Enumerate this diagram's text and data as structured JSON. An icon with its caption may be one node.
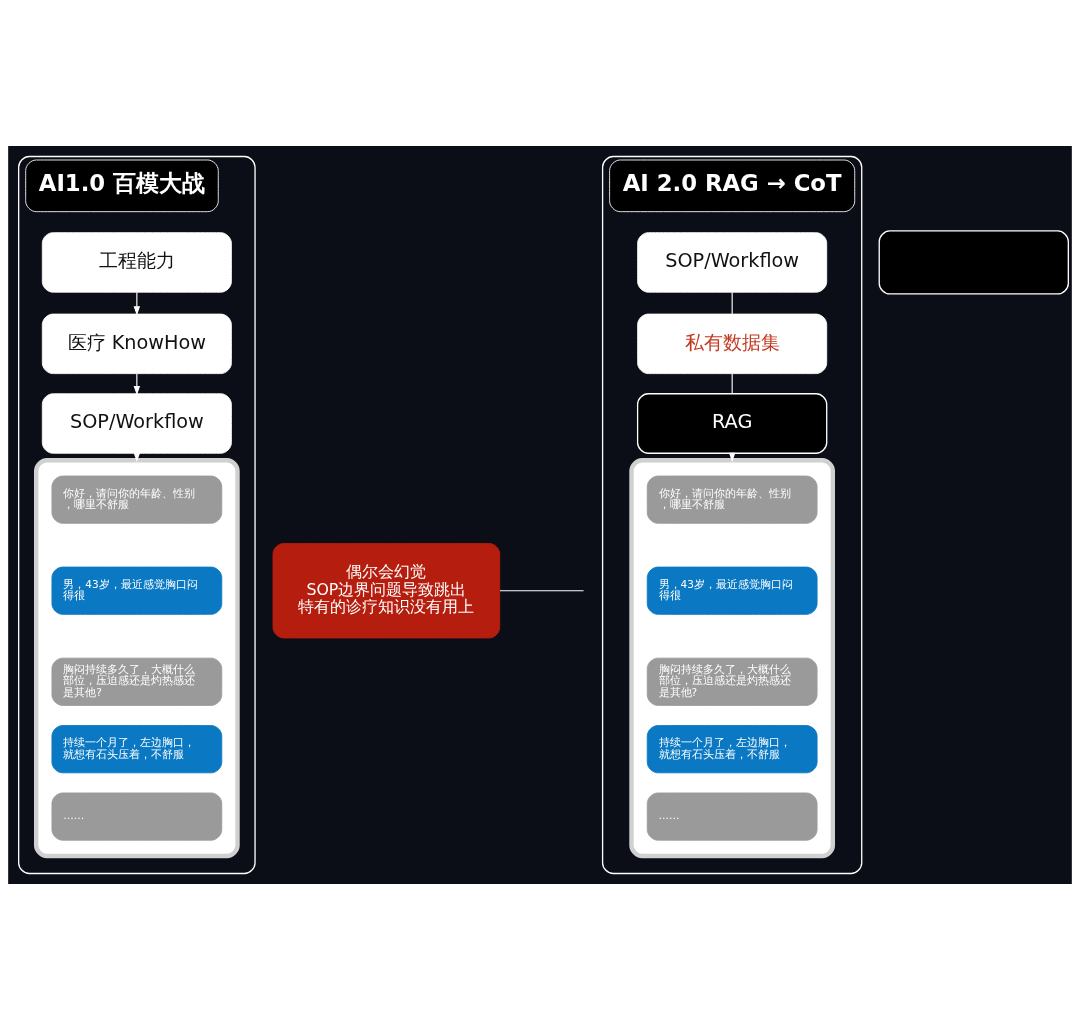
{
  "diagram": {
    "nodes": [
      {
        "text": [
          "AI1.0 百模大战"
        ]
      },
      {
        "text": [
          "工程能力"
        ],
        "in": 0
      },
      {
        "text": [
          "医疗 KnowHow"
        ],
        "in": 0
      },
      {
        "text": [
          "SOP/Workflow"
        ],
        "in": 0
      },
      {
        "text": [],
        "shape": "phone",
        "in": 0
      },
      {
        "text": [
          "你好，请问你的年龄、性别，哪里不舒服"
        ],
        "in": 4
      },
      {
        "text": [
          "男，43岁，最近感觉胸口闷得很"
        ],
        "in": 4
      },
      {
        "text": [
          "胸闷持续多久了，大概什么部位，压迫感还是灼热感还是其他?"
        ],
        "in": 4
      },
      {
        "text": [
          "持续一个月了，左边胸口，就想有石头压着，不舒服"
        ],
        "in": 4
      },
      {
        "text": [
          "……"
        ],
        "in": 4
      },
      {
        "text": [
          "偶尔会幻觉",
          "SOP边界问题导致跳出",
          "特有的诊疗知识没有用上"
        ]
      },
      {
        "text": [
          "AI 2.0 RAG → CoT"
        ]
      },
      {
        "text": [
          "SOP/Workflow"
        ],
        "in": 11
      },
      {
        "text": [
          "私有数据集"
        ],
        "in": 11
      },
      {
        "text": [
          "RAG"
        ],
        "in": 11
      },
      {
        "text": [],
        "shape": "phone",
        "in": 11
      },
      {
        "text": [
          "你好，请问你的年龄、性别，哪里不舒服"
        ],
        "in": 15
      },
      {
        "text": [
          "男，43岁，最近感觉胸口闷得很"
        ],
        "in": 15
      },
      {
        "text": [
          "胸闷持续多久了，大概什么部位，压迫感还是灼热感还是其他?"
        ],
        "in": 15
      },
      {
        "text": [
          "持续一个月了，左边胸口，就想有石头压着，不舒服"
        ],
        "in": 15
      },
      {
        "text": [
          "……"
        ],
        "in": 15
      },
      {
        "text": [],
        "shape": "box"
      }
    ],
    "edges": [
      {
        "from": 1,
        "to": 2,
        "arrow": "to"
      },
      {
        "from": 2,
        "to": 3,
        "arrow": "to"
      },
      {
        "from": 3,
        "to": 4,
        "arrow": "to"
      },
      {
        "from": 10,
        "to": null,
        "arrow": "none"
      },
      {
        "from": 12,
        "to": 13,
        "arrow": "none"
      },
      {
        "from": 13,
        "to": 14,
        "arrow": "none"
      },
      {
        "from": 14,
        "to": 15,
        "arrow": "to"
      }
    ]
  }
}
